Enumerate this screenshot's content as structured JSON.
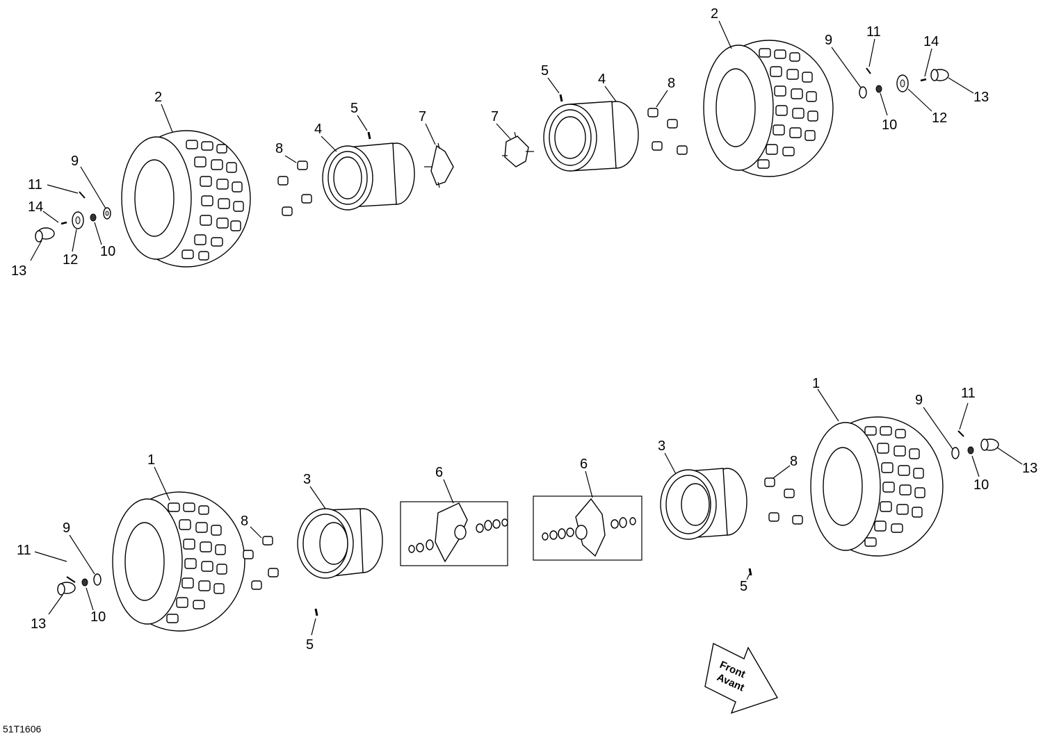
{
  "diagram": {
    "code": "51T1606",
    "arrow_text": {
      "line1": "Front",
      "line2": "Avant"
    },
    "callouts": {
      "top_tire_left": "2",
      "top_tire_right": "2",
      "top_washer_left": "9",
      "top_pin_left": "11",
      "top_clip_left": "14",
      "top_capnut_left": "13",
      "top_disc_left": "12",
      "top_nut_left": "10",
      "top_lugs_left": "8",
      "top_rim_left": "4",
      "top_valve_left": "5",
      "top_hub_left": "7",
      "top_hub_right": "7",
      "top_valve_right": "5",
      "top_rim_right": "4",
      "top_lugs_right": "8",
      "top_washer_right": "9",
      "top_pin_right": "11",
      "top_clip_right": "14",
      "top_nut_right": "10",
      "top_disc_right": "12",
      "top_capnut_right": "13",
      "bot_tire_left": "1",
      "bot_washer_left": "9",
      "bot_pin_left": "11",
      "bot_capnut_left": "13",
      "bot_nut_left": "10",
      "bot_lugs_left": "8",
      "bot_rim_left": "3",
      "bot_valve_left": "5",
      "bot_hub_left": "6",
      "bot_hub_right": "6",
      "bot_rim_right": "3",
      "bot_valve_right": "5",
      "bot_lugs_right": "8",
      "bot_tire_right": "1",
      "bot_washer_right": "9",
      "bot_pin_right": "11",
      "bot_nut_right": "10",
      "bot_capnut_right": "13"
    }
  }
}
